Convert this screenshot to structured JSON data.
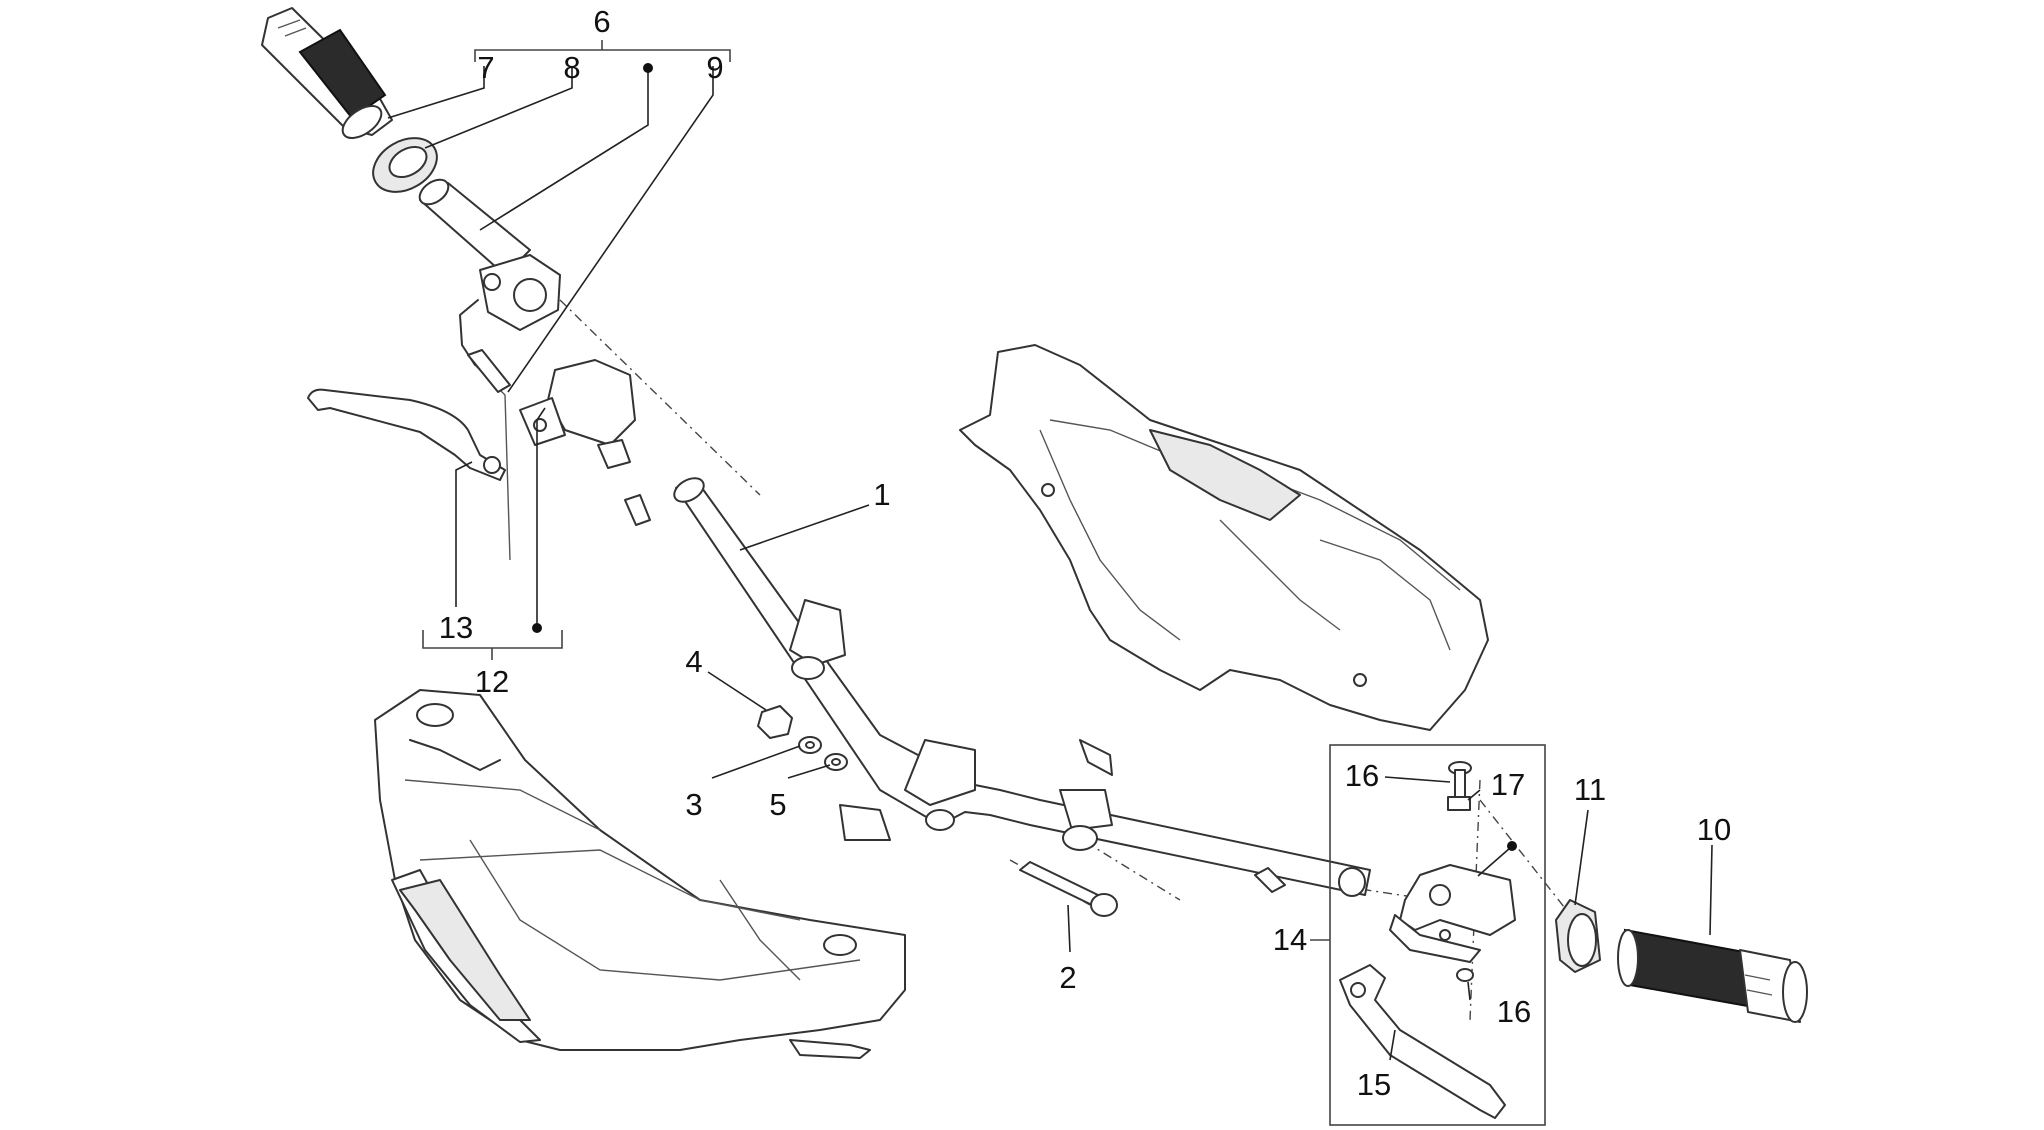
{
  "callouts": [
    {
      "id": "c1",
      "text": "1"
    },
    {
      "id": "c2",
      "text": "2"
    },
    {
      "id": "c3",
      "text": "3"
    },
    {
      "id": "c4",
      "text": "4"
    },
    {
      "id": "c5",
      "text": "5"
    },
    {
      "id": "c6",
      "text": "6"
    },
    {
      "id": "c7",
      "text": "7"
    },
    {
      "id": "c8",
      "text": "8"
    },
    {
      "id": "c9",
      "text": "9"
    },
    {
      "id": "c10",
      "text": "10"
    },
    {
      "id": "c11",
      "text": "11"
    },
    {
      "id": "c12",
      "text": "12"
    },
    {
      "id": "c13",
      "text": "13"
    },
    {
      "id": "c14",
      "text": "14"
    },
    {
      "id": "c15",
      "text": "15"
    },
    {
      "id": "c16a",
      "text": "16"
    },
    {
      "id": "c16b",
      "text": "16"
    },
    {
      "id": "c17",
      "text": "17"
    }
  ]
}
